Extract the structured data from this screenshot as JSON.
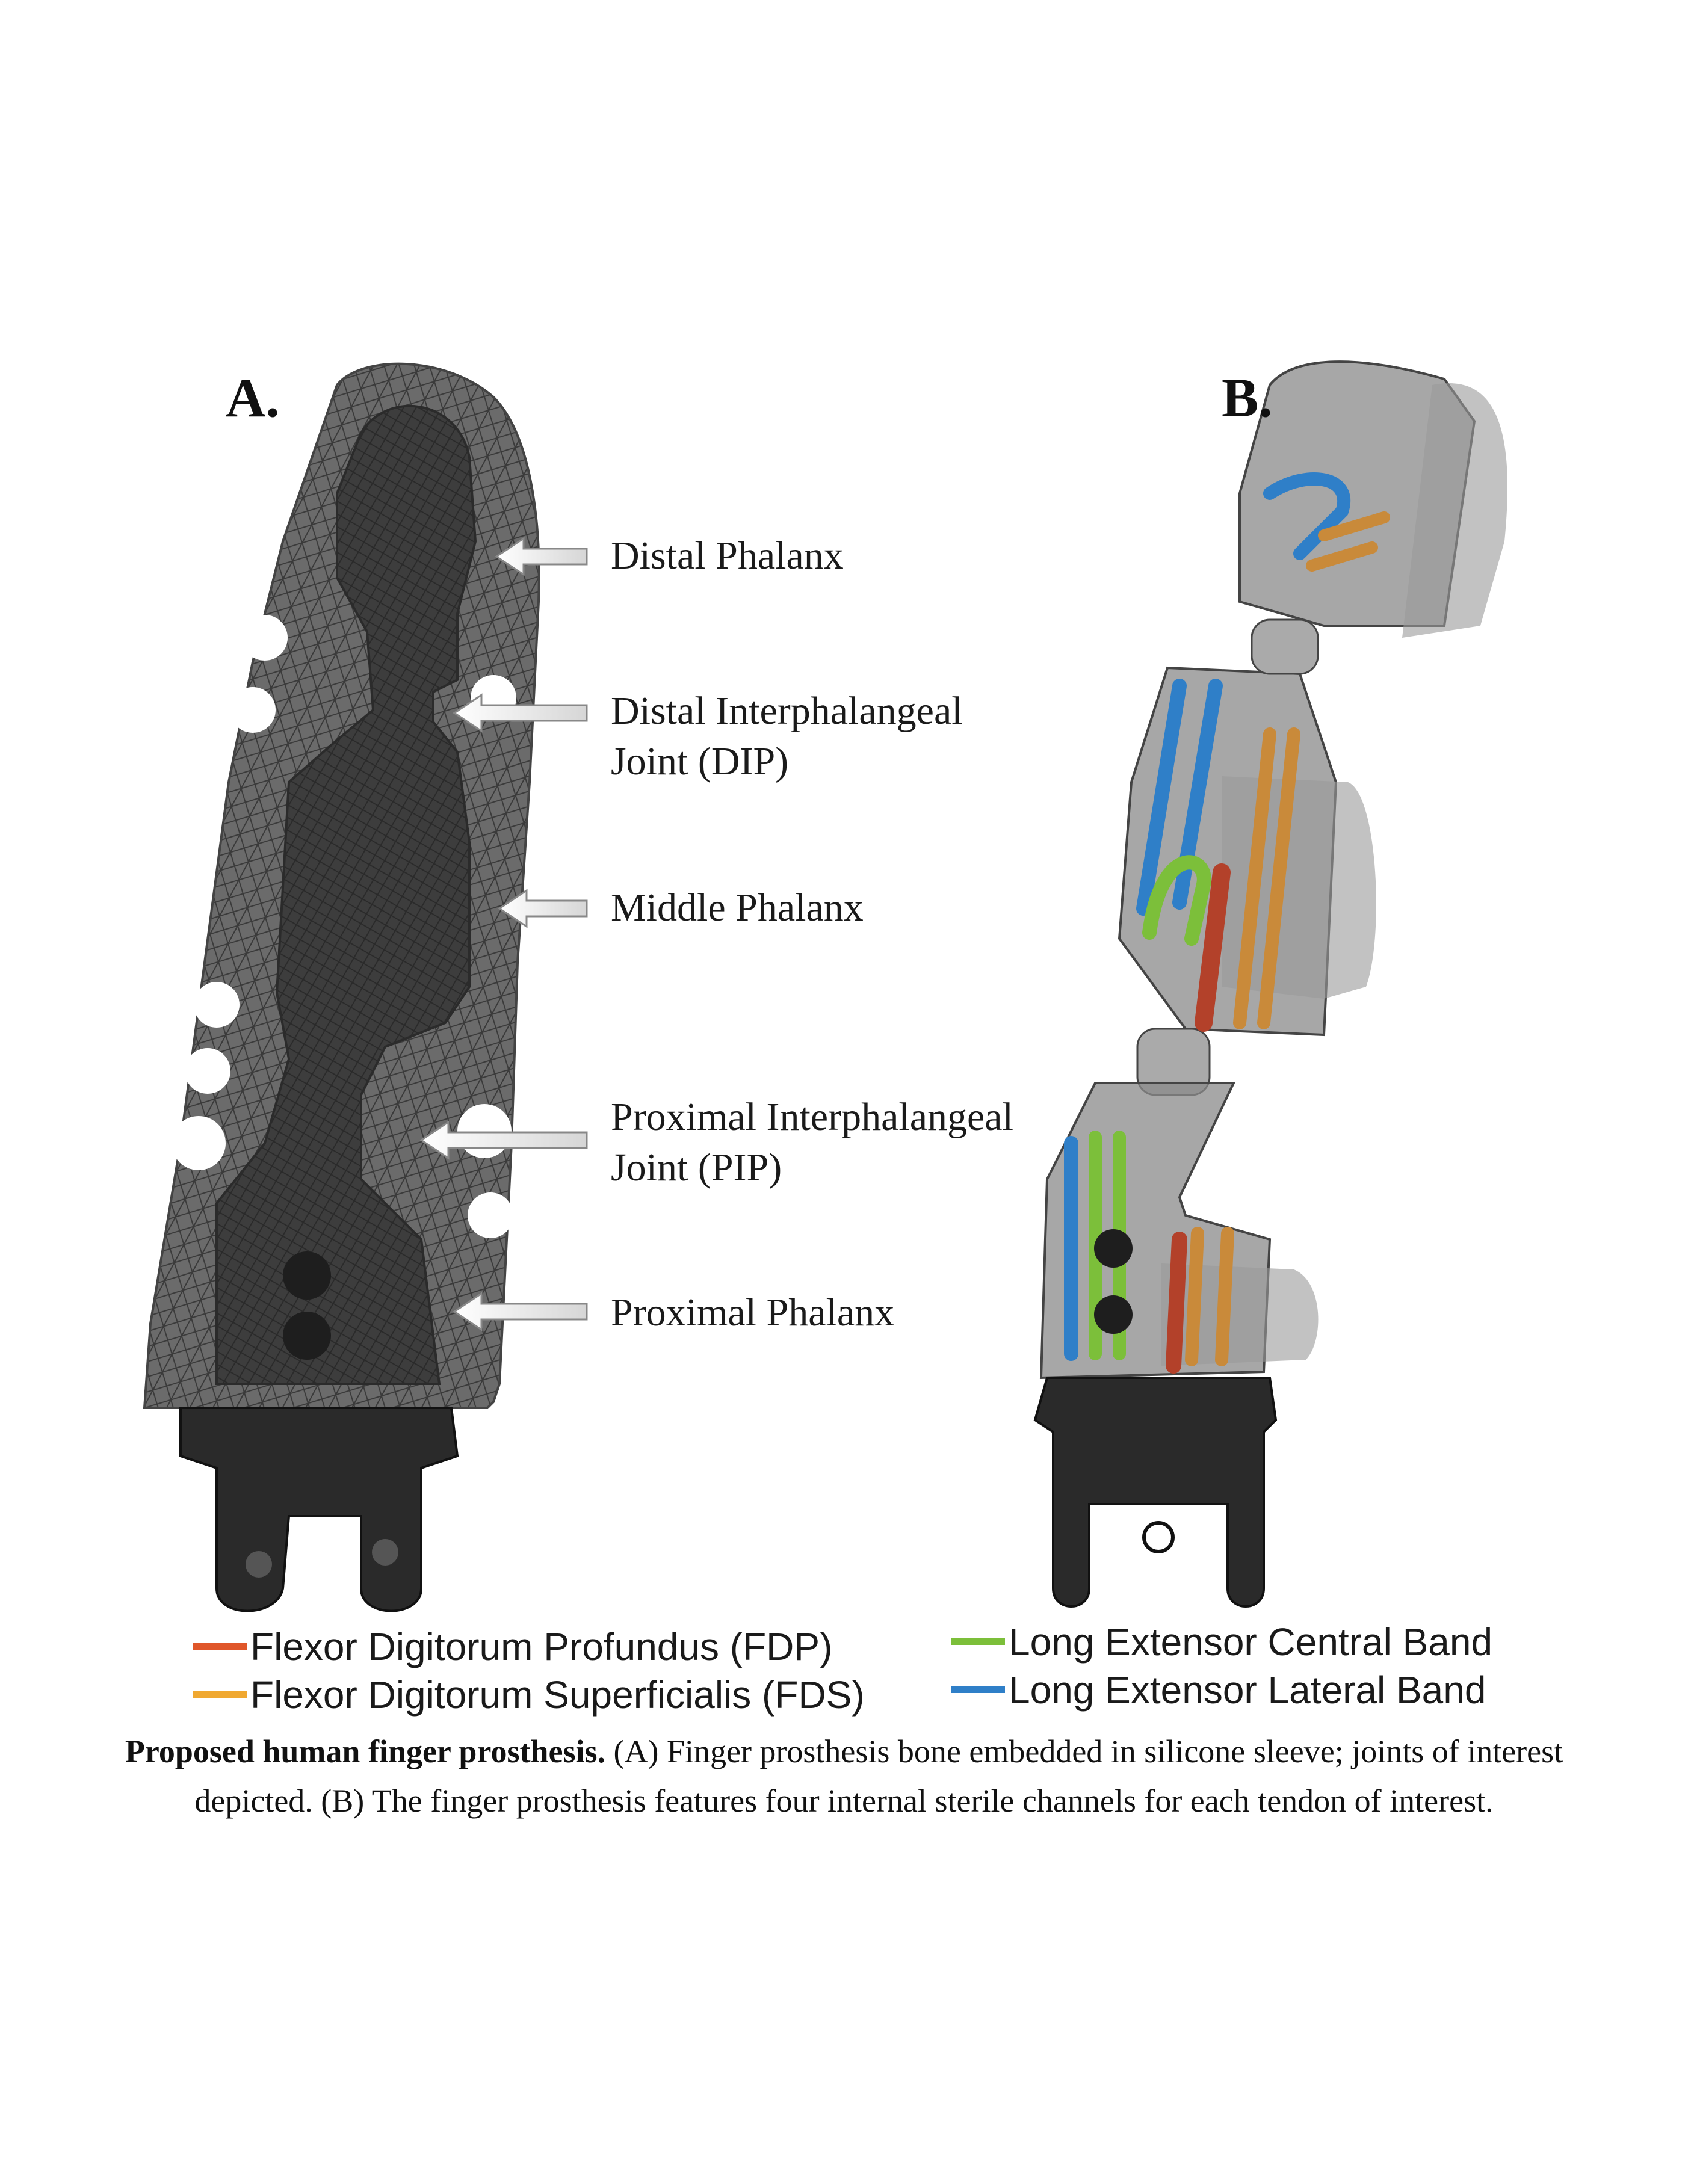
{
  "panels": {
    "a_label": "A.",
    "b_label": "B."
  },
  "annotations": {
    "distal_phalanx": "Distal Phalanx",
    "dip_line1": "Distal Interphalangeal",
    "dip_line2": "Joint (DIP)",
    "middle_phalanx": "Middle Phalanx",
    "pip_line1": "Proximal Interphalangeal",
    "pip_line2": "Joint (PIP)",
    "proximal_phalanx": "Proximal Phalanx"
  },
  "legend": {
    "items": [
      {
        "label": "Flexor Digitorum Profundus (FDP)",
        "color": "#e0572a"
      },
      {
        "label": "Flexor Digitorum Superficialis (FDS)",
        "color": "#f0a830"
      },
      {
        "label": "Long Extensor Central Band",
        "color": "#7cbf3a"
      },
      {
        "label": "Long Extensor Lateral Band",
        "color": "#2f7fc8"
      }
    ]
  },
  "caption": {
    "bold": "Proposed human finger prosthesis.",
    "text": " (A) Finger prosthesis bone embedded in silicone sleeve; joints of interest depicted. (B) The finger prosthesis features four internal sterile channels for each tendon of interest."
  }
}
